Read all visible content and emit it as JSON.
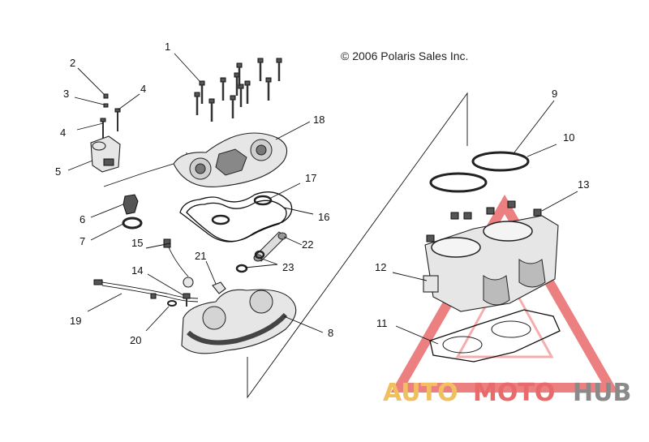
{
  "copyright": "© 2006 Polaris Sales Inc.",
  "watermark": {
    "part1": "AUTO",
    "part2": "MOTO",
    "part3": "HUB",
    "color1": "#f0c060",
    "color2": "#e96a6a",
    "color3": "#8a8a8a"
  },
  "callouts": {
    "c1": "1",
    "c2": "2",
    "c3": "3",
    "c4a": "4",
    "c4b": "4",
    "c5": "5",
    "c6": "6",
    "c7": "7",
    "c8": "8",
    "c9": "9",
    "c10": "10",
    "c11": "11",
    "c12": "12",
    "c13": "13",
    "c14": "14",
    "c15": "15",
    "c16": "16",
    "c17": "17",
    "c18": "18",
    "c19": "19",
    "c20": "20",
    "c21": "21",
    "c22": "22",
    "c23": "23"
  }
}
